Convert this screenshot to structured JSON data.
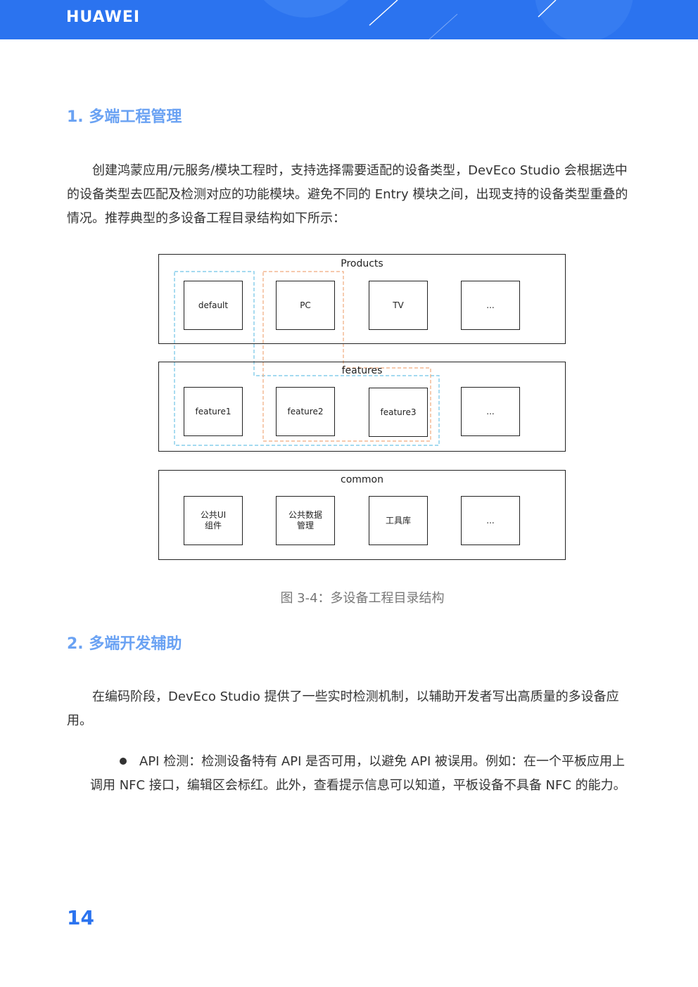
{
  "header": {
    "brand": "HUAWEI"
  },
  "section1": {
    "heading": "1. 多端工程管理",
    "paragraph": "创建鸿蒙应用/元服务/模块工程时，支持选择需要适配的设备类型，DevEco Studio 会根据选中的设备类型去匹配及检测对应的功能模块。避免不同的 Entry 模块之间，出现支持的设备类型重叠的情况。推荐典型的多设备工程目录结构如下所示："
  },
  "diagram": {
    "products": {
      "title": "Products",
      "boxes": [
        "default",
        "PC",
        "TV",
        "..."
      ]
    },
    "features": {
      "title": "features",
      "boxes": [
        "feature1",
        "feature2",
        "feature3",
        "..."
      ]
    },
    "common": {
      "title": "common",
      "boxes": [
        "公共UI\n组件",
        "公共数据\n管理",
        "工具库",
        "..."
      ]
    },
    "colors": {
      "blue_dash": "#6ec3e6",
      "orange_dash": "#f0a97c"
    }
  },
  "caption": "图 3-4：多设备工程目录结构",
  "section2": {
    "heading": "2. 多端开发辅助",
    "paragraph": "在编码阶段，DevEco Studio 提供了一些实时检测机制，以辅助开发者写出高质量的多设备应用。",
    "bullet": "API 检测：检测设备特有 API 是否可用，以避免 API 被误用。例如：在一个平板应用上调用 NFC 接口，编辑区会标红。此外，查看提示信息可以知道，平板设备不具备 NFC 的能力。"
  },
  "page_number": "14"
}
